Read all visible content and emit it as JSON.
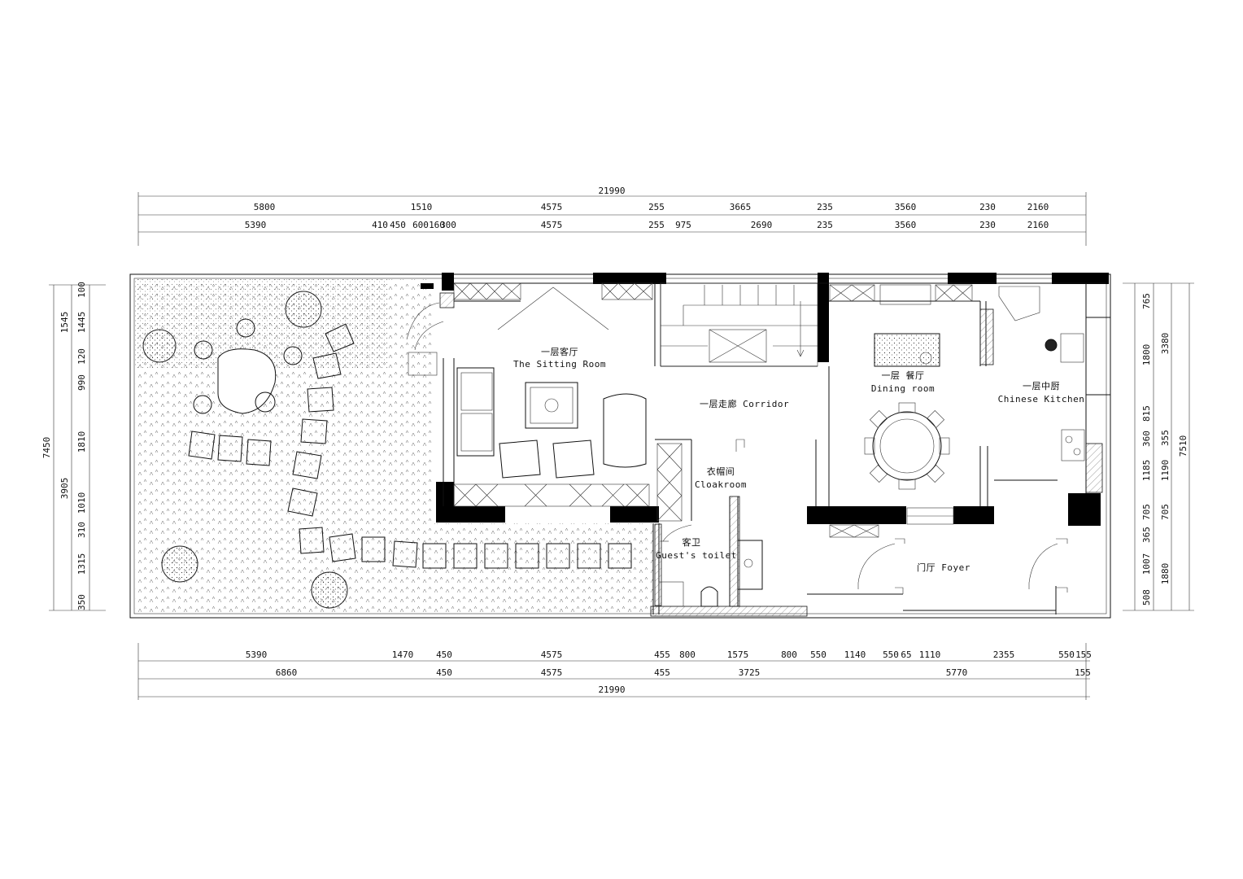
{
  "dimensions": {
    "top_total": "21990",
    "top_row1": [
      "5800",
      "1510",
      "4575",
      "255",
      "3665",
      "235",
      "3560",
      "230",
      "2160"
    ],
    "top_row2": [
      "5390",
      "410",
      "450",
      "600",
      "160",
      "300",
      "4575",
      "255",
      "975",
      "2690",
      "235",
      "3560",
      "230",
      "2160"
    ],
    "bottom_row1": [
      "5390",
      "1470",
      "450",
      "4575",
      "455",
      "800",
      "1575",
      "800",
      "550",
      "1140",
      "550",
      "65",
      "1110",
      "2355",
      "550",
      "155"
    ],
    "bottom_row2": [
      "6860",
      "450",
      "4575",
      "455",
      "3725",
      "5770",
      "155"
    ],
    "bottom_total": "21990",
    "left_total": "7450",
    "left_sub": [
      "3905"
    ],
    "left_segments": [
      "100",
      "1545",
      "1445",
      "120",
      "990",
      "1810",
      "1010",
      "310",
      "1315",
      "350"
    ],
    "right_segments_inner": [
      "765",
      "1800",
      "815",
      "360",
      "1185",
      "705",
      "365",
      "1007",
      "508"
    ],
    "right_segments_mid": [
      "3380",
      "355",
      "1190",
      "705",
      "1880"
    ],
    "right_total": "7510"
  },
  "rooms": {
    "sitting_cn": "一层客厅",
    "sitting_en": "The Sitting Room",
    "corridor": "一层走廊 Corridor",
    "dining_cn": "一层 餐厅",
    "dining_en": "Dining room",
    "kitchen_cn": "一层中厨",
    "kitchen_en": "Chinese Kitchen",
    "cloak_cn": "衣帽间",
    "cloak_en": "Cloakroom",
    "toilet_cn": "客卫",
    "toilet_en": "Guest's toilet",
    "foyer": "门厅 Foyer"
  },
  "colors": {
    "line": "#111111",
    "wall": "#000000",
    "paper": "#ffffff"
  }
}
